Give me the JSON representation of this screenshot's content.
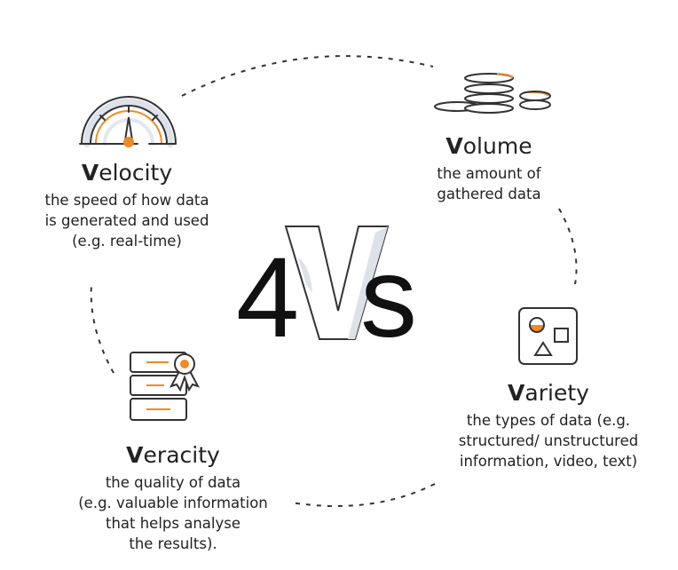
{
  "center": {
    "number": "4",
    "letter": "V",
    "suffix": "s"
  },
  "items": [
    {
      "key": "velocity",
      "initial": "V",
      "rest": "elocity",
      "lines": [
        "the speed of how data",
        "is generated and used",
        "(e.g. real-time)"
      ]
    },
    {
      "key": "volume",
      "initial": "V",
      "rest": "olume",
      "lines": [
        "the amount of",
        "gathered data"
      ]
    },
    {
      "key": "variety",
      "initial": "V",
      "rest": "ariety",
      "lines": [
        "the types of data (e.g.",
        "structured/ unstructured",
        "information, video, text)"
      ]
    },
    {
      "key": "veracity",
      "initial": "V",
      "rest": "eracity",
      "lines": [
        "the quality of data",
        "(e.g. valuable information",
        "that helps analyse",
        "the results)."
      ]
    }
  ],
  "colors": {
    "accent": "#f08a24",
    "outline": "#333333",
    "shade": "#dde1ea"
  }
}
